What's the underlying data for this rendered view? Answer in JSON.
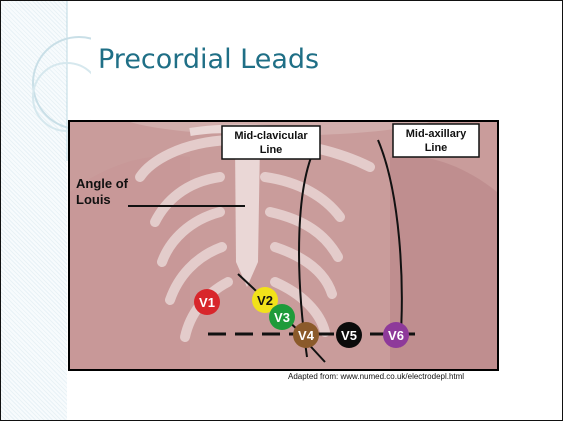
{
  "slide": {
    "title": "Precordial Leads"
  },
  "figure": {
    "labels": {
      "mid_clavicular": [
        "Mid-clavicular",
        "Line"
      ],
      "mid_axillary": [
        "Mid-axillary",
        "Line"
      ],
      "angle_of_louis": [
        "Angle of",
        "Louis"
      ]
    },
    "electrodes": [
      {
        "label": "V1",
        "color": "#d8262b"
      },
      {
        "label": "V2",
        "color": "#f2e21a"
      },
      {
        "label": "V3",
        "color": "#1e9b3a"
      },
      {
        "label": "V4",
        "color": "#8b5a2b"
      },
      {
        "label": "V5",
        "color": "#0b0b0b"
      },
      {
        "label": "V6",
        "color": "#8e3a9a"
      }
    ]
  },
  "credit": "Adapted from: www.numed.co.uk/electrodepl.html"
}
